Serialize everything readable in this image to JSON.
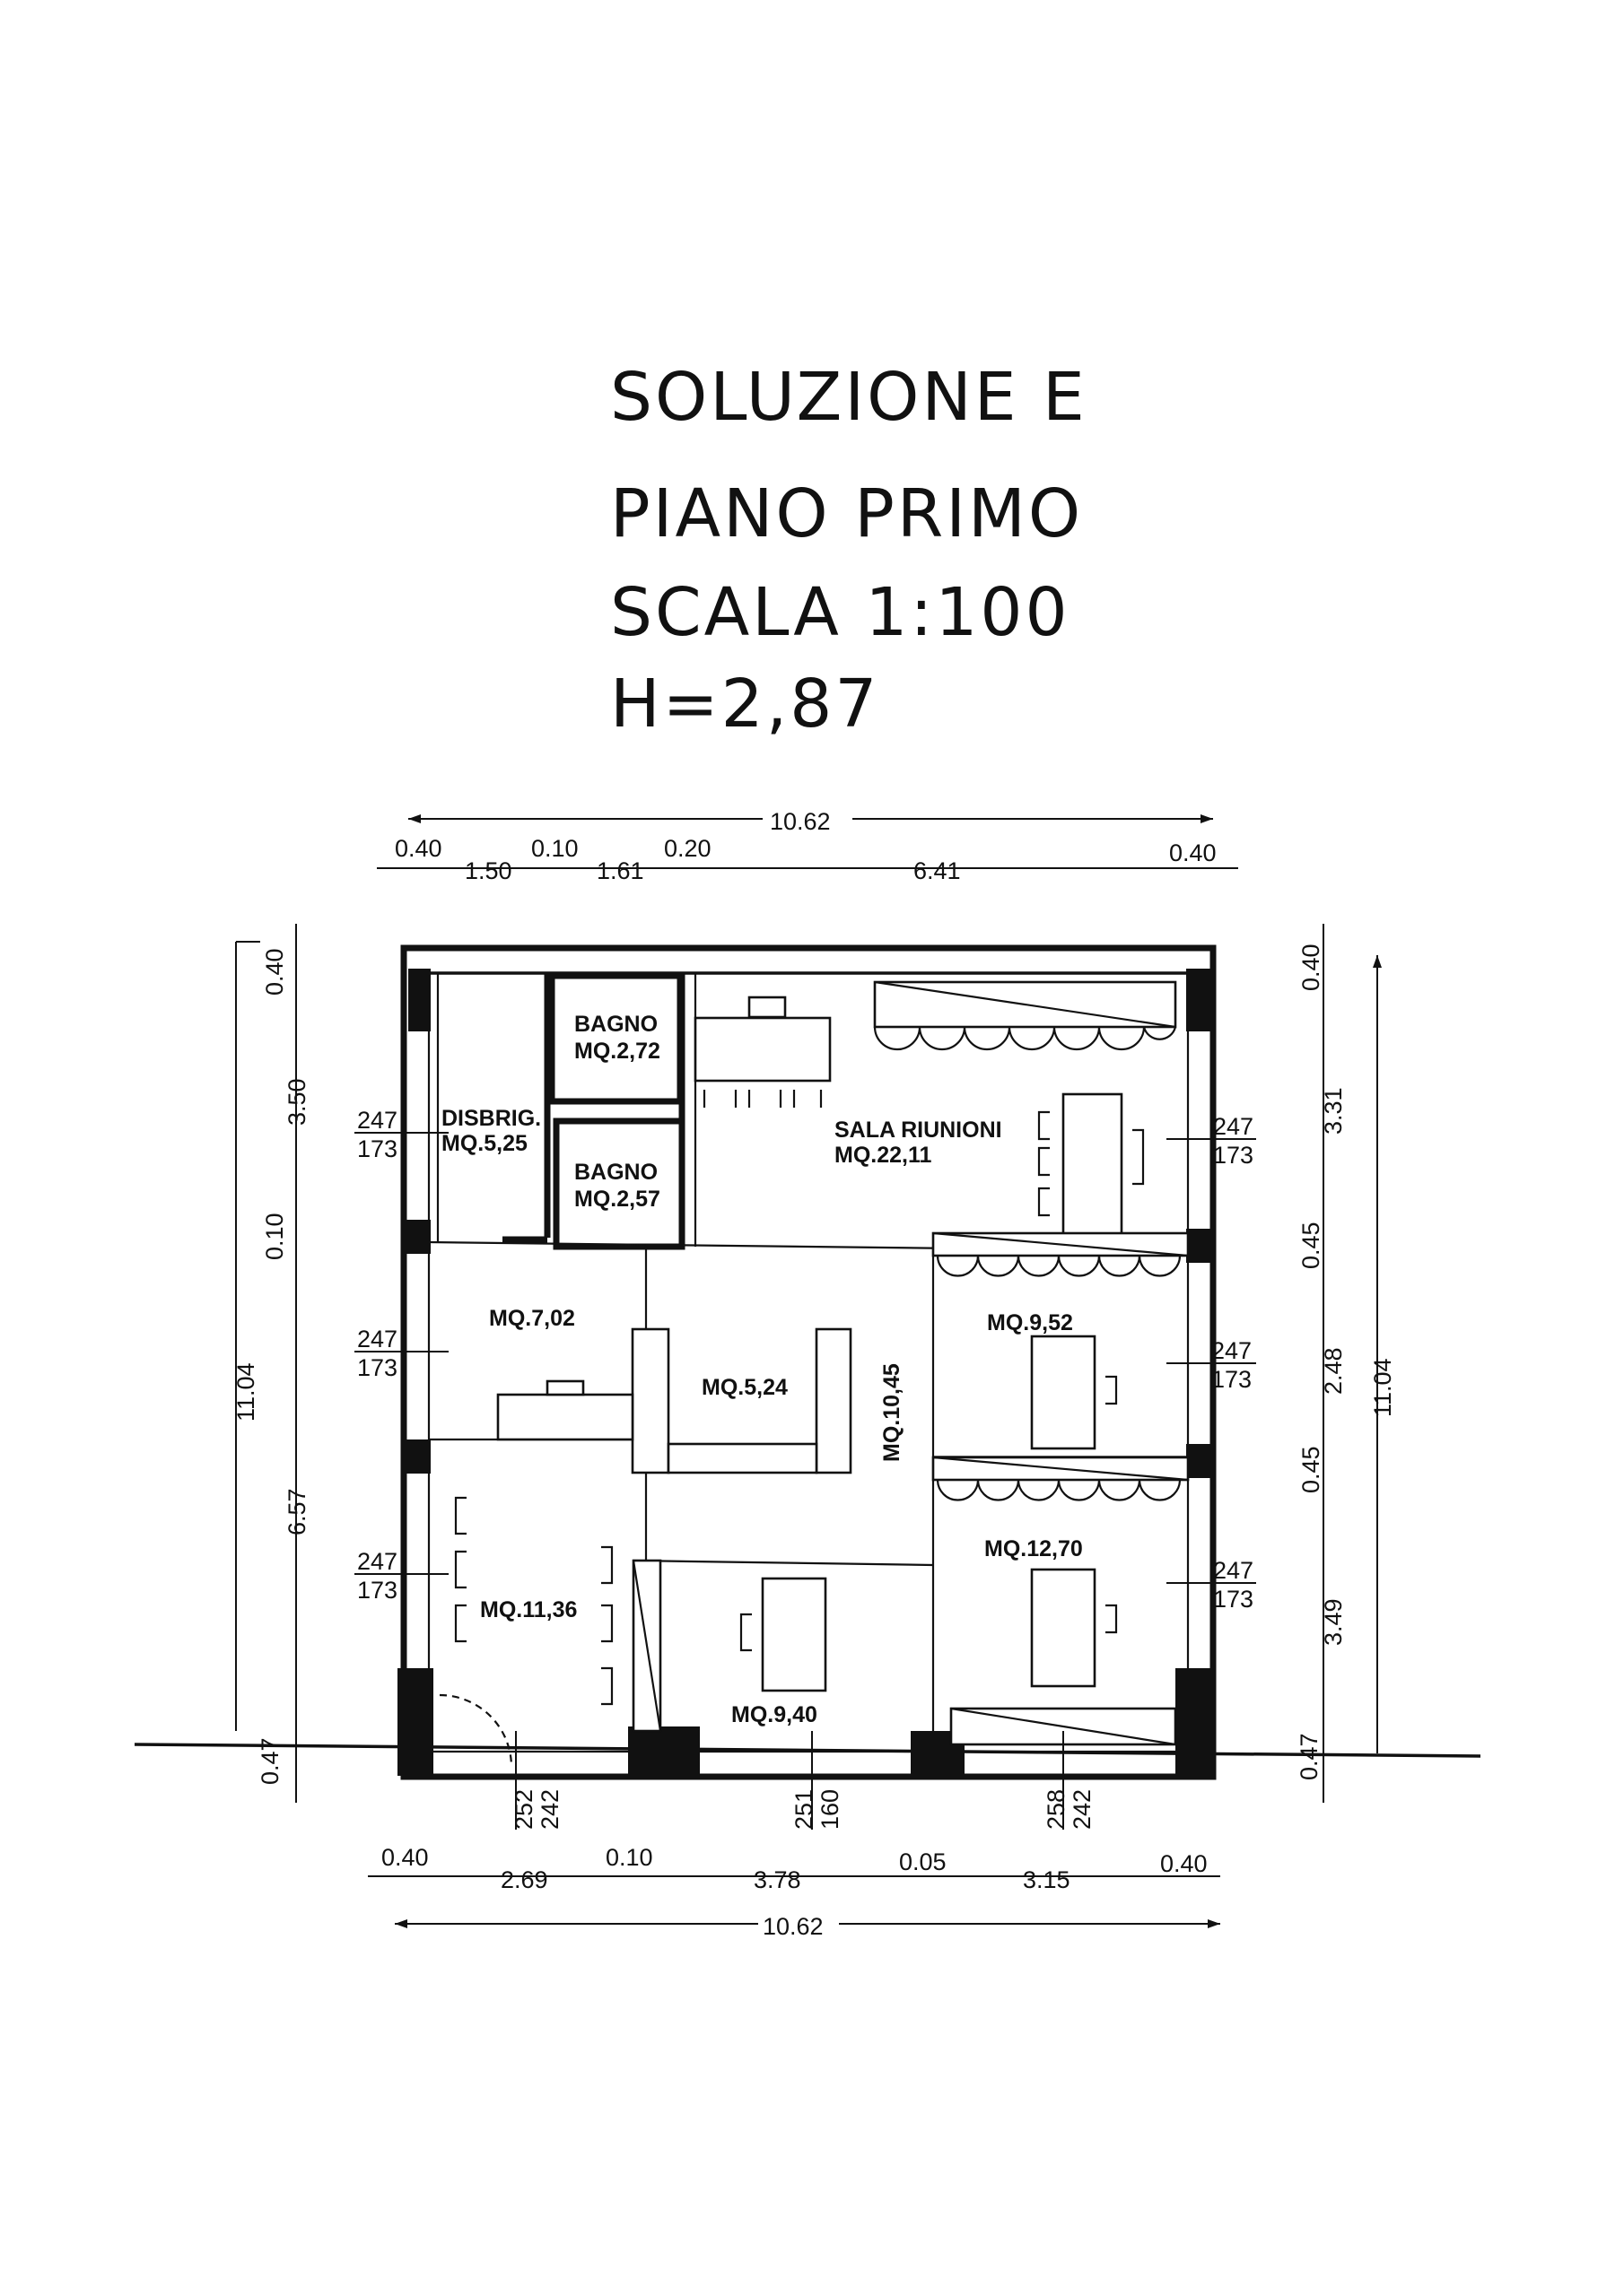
{
  "title": {
    "line1": "SOLUZIONE E",
    "line2": "PIANO PRIMO",
    "line3": "SCALA 1:100",
    "line4": "H=2,87"
  },
  "dimensions": {
    "top_total": "10.62",
    "top_a": "0.40",
    "top_b": "1.50",
    "top_c": "0.10",
    "top_d": "1.61",
    "top_e": "0.20",
    "top_f": "6.41",
    "top_g": "0.40",
    "bottom_a": "0.40",
    "bottom_b": "2.69",
    "bottom_c": "0.10",
    "bottom_d": "3.78",
    "bottom_e": "0.05",
    "bottom_f": "3.15",
    "bottom_g": "0.40",
    "bottom_total": "10.62",
    "left_a": "0.40",
    "left_b": "3.50",
    "left_c": "0.10",
    "left_d": "6.57",
    "left_e": "0.47",
    "left_total": "11.04",
    "right_a": "0.40",
    "right_b": "3.31",
    "right_c": "0.45",
    "right_d": "2.48",
    "right_e": "0.45",
    "right_f": "3.49",
    "right_g": "0.47",
    "right_total": "11.04"
  },
  "windows": {
    "hi": "247",
    "lo": "173",
    "door1_a": "252",
    "door1_b": "242",
    "door2_a": "251",
    "door2_b": "160",
    "door3_a": "258",
    "door3_b": "242"
  },
  "rooms": {
    "disbrig_name": "DISBRIG.",
    "disbrig_area": "MQ.5,25",
    "bagno1_name": "BAGNO",
    "bagno1_area": "MQ.2,72",
    "bagno2_name": "BAGNO",
    "bagno2_area": "MQ.2,57",
    "sala_name": "SALA RIUNIONI",
    "sala_area": "MQ.22,11",
    "r702": "MQ.7,02",
    "r524": "MQ.5,24",
    "r1045": "MQ.10,45",
    "r952": "MQ.9,52",
    "r1136": "MQ.11,36",
    "r940": "MQ.9,40",
    "r1270": "MQ.12,70"
  }
}
